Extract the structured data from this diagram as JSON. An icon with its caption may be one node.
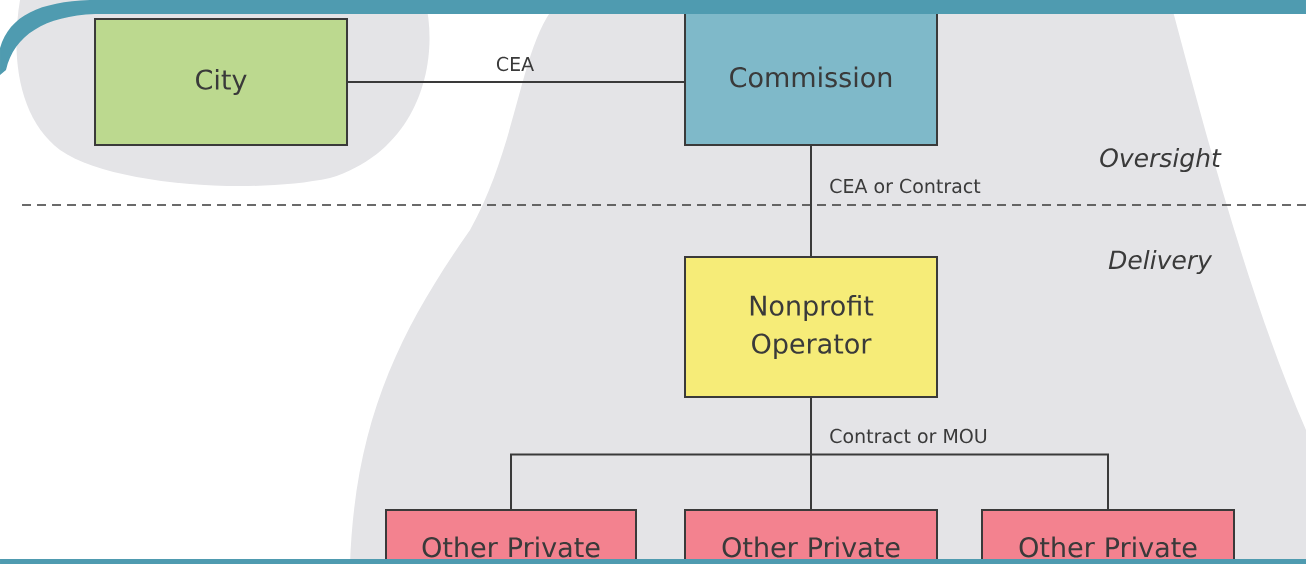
{
  "diagram": {
    "nodes": [
      {
        "text": [
          "City"
        ]
      },
      {
        "text": [
          "Commission"
        ]
      },
      {
        "text": [
          "Nonprofit Operator"
        ]
      },
      {
        "text": [
          "Other Private"
        ]
      },
      {
        "text": [
          "Other Private"
        ]
      },
      {
        "text": [
          "Other Private"
        ]
      }
    ],
    "edges": [
      {
        "from": 0,
        "to": 1,
        "arrow": "none",
        "label": "CEA"
      },
      {
        "from": 1,
        "to": 2,
        "arrow": "none",
        "label": "CEA or Contract"
      },
      {
        "from": 2,
        "to": 3,
        "arrow": "none"
      },
      {
        "from": 2,
        "to": 4,
        "arrow": "none",
        "label": "Contract or MOU"
      },
      {
        "from": 2,
        "to": 5,
        "arrow": "none"
      }
    ],
    "labels": [
      "Oversight",
      "Delivery"
    ]
  }
}
